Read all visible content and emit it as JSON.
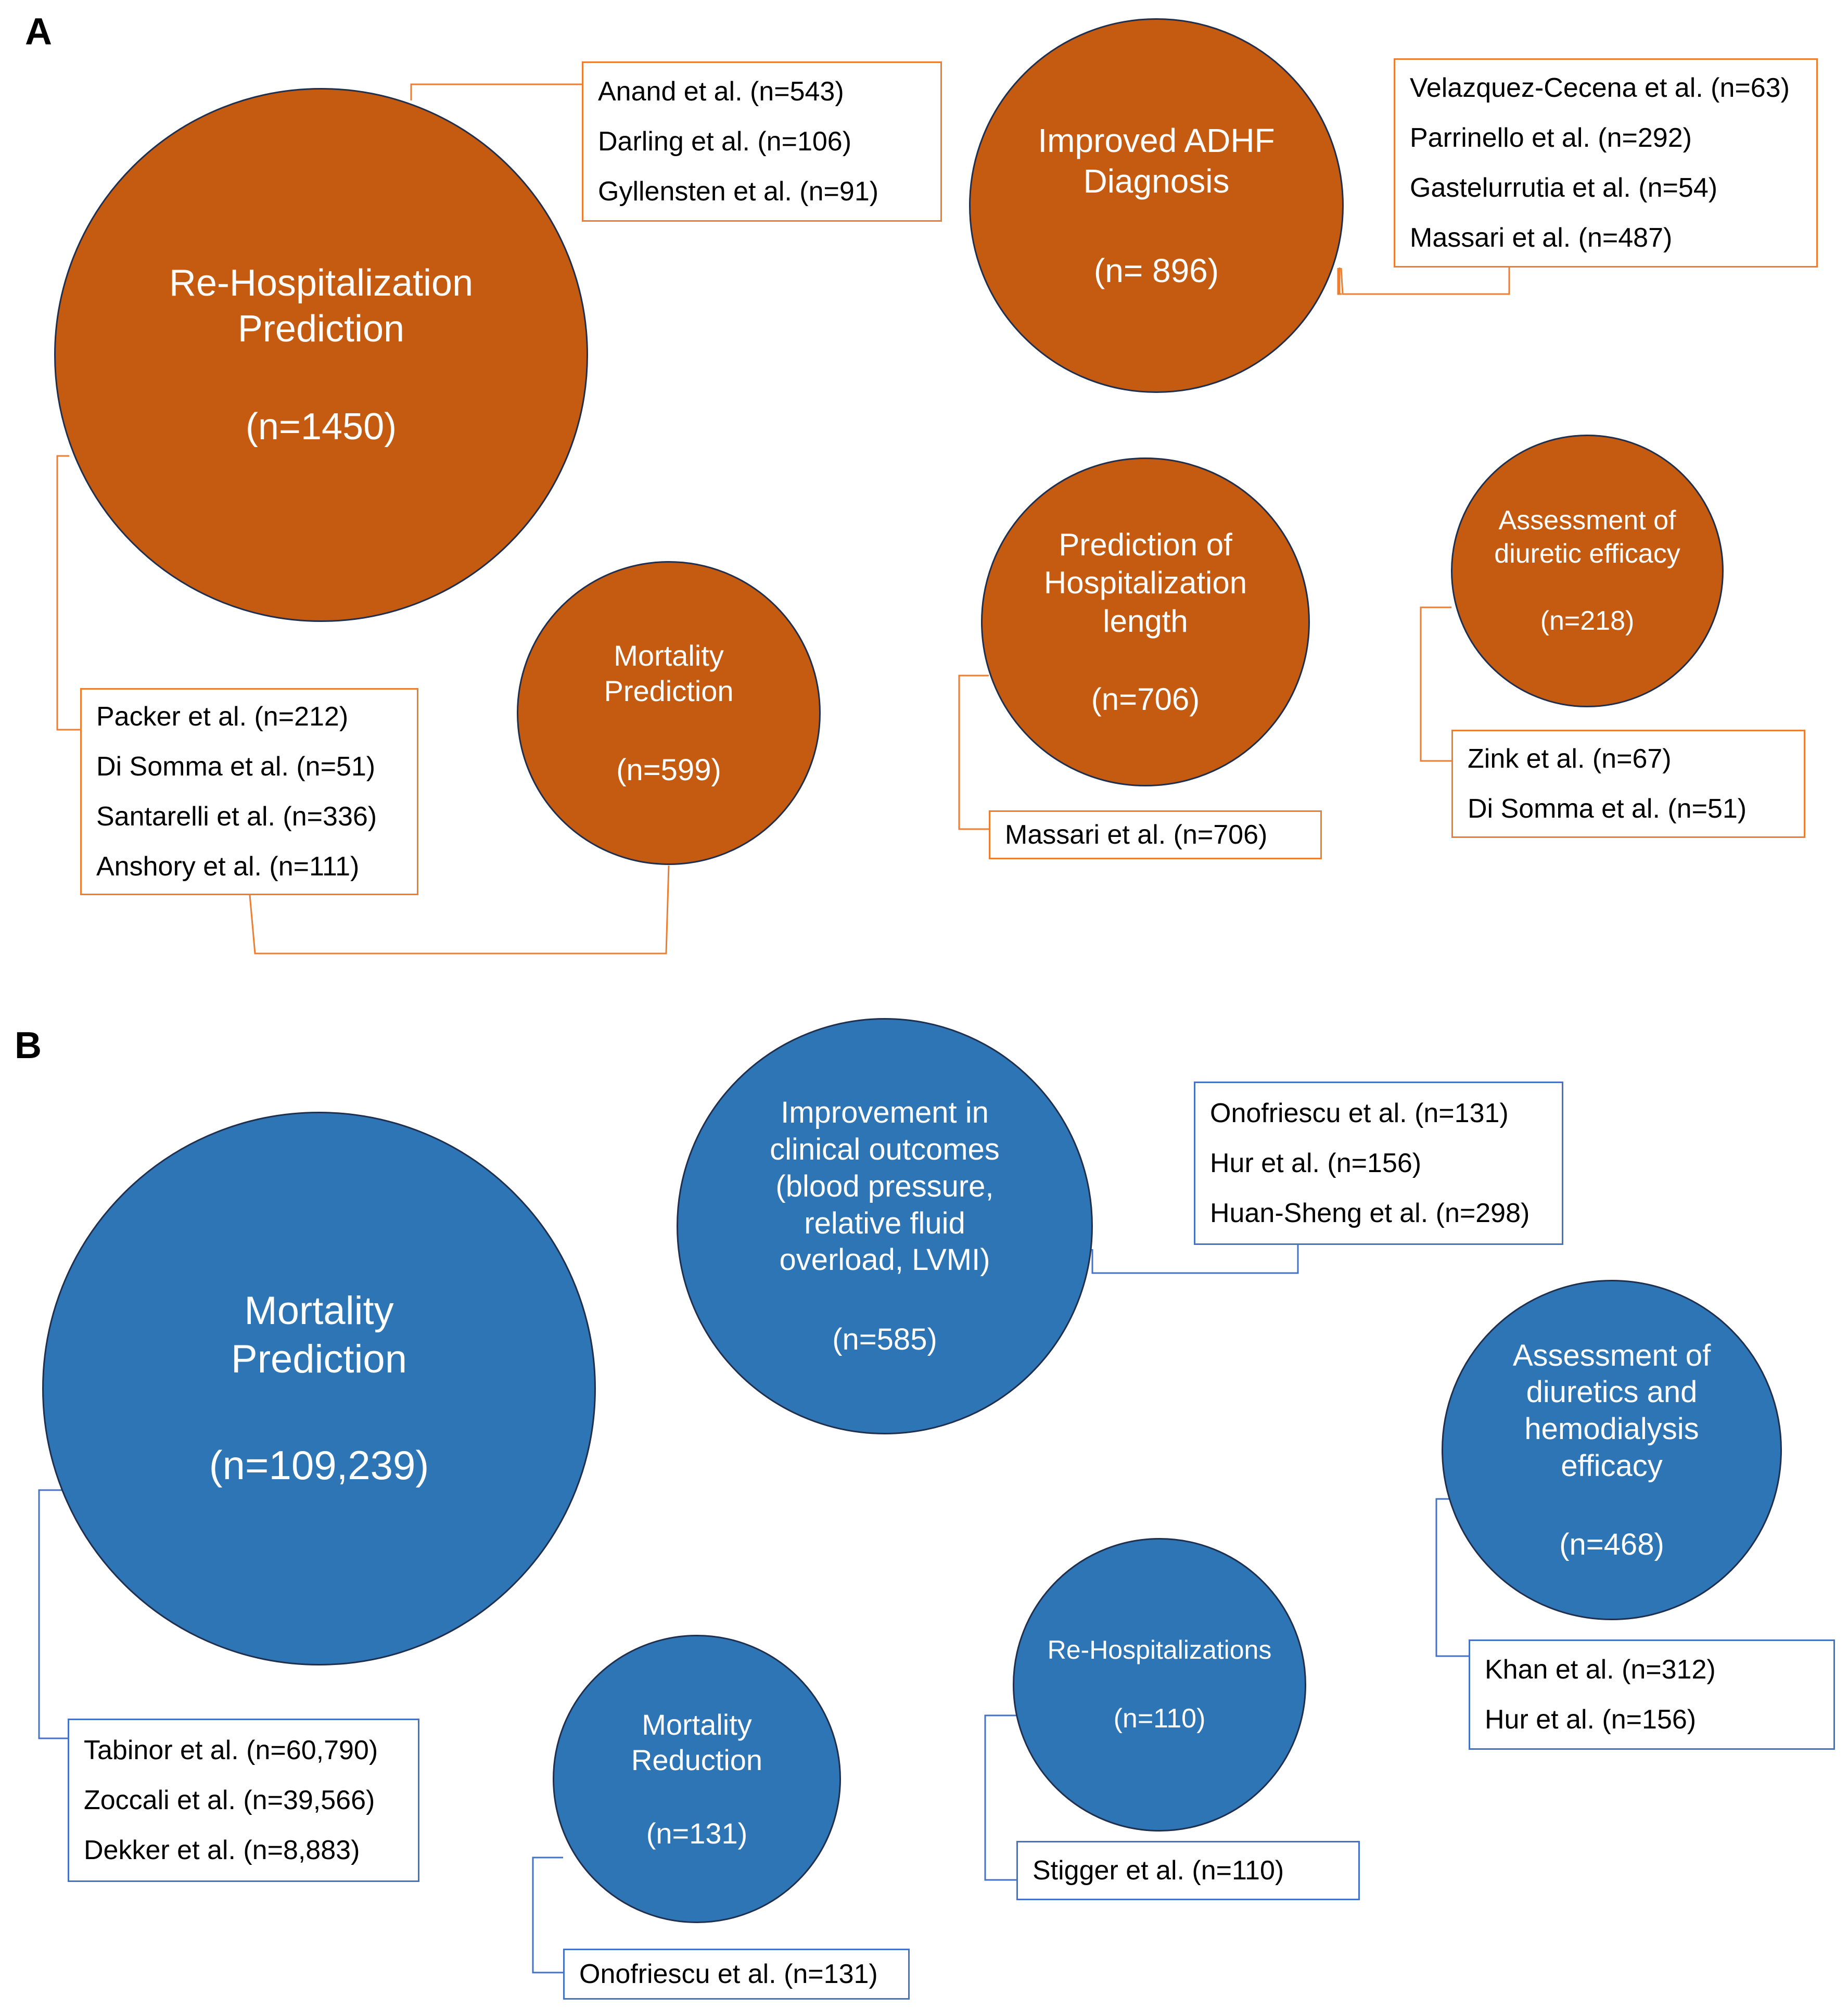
{
  "panel_a": {
    "label": "A",
    "colors": {
      "fill": "#c55a11",
      "box_border": "#ed7d31",
      "connector": "#ed7d31"
    },
    "groups": [
      {
        "id": "a-rehosp",
        "title": "Re-Hospitalization\nPrediction",
        "count": "(n=1450)",
        "studies": [
          "Anand et al. (n=543)",
          "Darling et al. (n=106)",
          "Gyllensten et al. (n=91)",
          "Packer et al. (n=212)",
          "Di Somma et al. (n=51)",
          "Santarelli et al. (n=336)",
          "Anshory et al. (n=111)"
        ]
      },
      {
        "id": "a-adhf",
        "title": "Improved ADHF\nDiagnosis",
        "count": "(n= 896)",
        "studies": [
          "Velazquez-Cecena et al. (n=63)",
          "Parrinello et al. (n=292)",
          "Gastelurrutia et al. (n=54)",
          "Massari et al. (n=487)"
        ]
      },
      {
        "id": "a-mortality",
        "title": "Mortality\nPrediction",
        "count": "(n=599)"
      },
      {
        "id": "a-hosp-length",
        "title": "Prediction of\nHospitalization\nlength",
        "count": "(n=706)",
        "studies": [
          "Massari et al. (n=706)"
        ]
      },
      {
        "id": "a-diuretic",
        "title": "Assessment of\ndiuretic efficacy",
        "count": "(n=218)",
        "studies": [
          "Zink et al. (n=67)",
          "Di Somma et al. (n=51)"
        ]
      }
    ]
  },
  "panel_b": {
    "label": "B",
    "colors": {
      "fill": "#2e75b6",
      "box_border": "#4472c4",
      "connector": "#4472c4"
    },
    "groups": [
      {
        "id": "b-mortality",
        "title": "Mortality\nPrediction",
        "count": "(n=109,239)",
        "studies": [
          "Tabinor et al. (n=60,790)",
          "Zoccali et al. (n=39,566)",
          "Dekker et al. (n=8,883)"
        ]
      },
      {
        "id": "b-clinical",
        "title": "Improvement in\nclinical outcomes\n(blood pressure,\nrelative fluid\noverload, LVMI)",
        "count": "(n=585)",
        "studies": [
          "Onofriescu et al. (n=131)",
          "Hur et al. (n=156)",
          "Huan-Sheng et al. (n=298)"
        ]
      },
      {
        "id": "b-diuretics-hd",
        "title": "Assessment of\ndiuretics and\nhemodialysis\nefficacy",
        "count": "(n=468)",
        "studies": [
          "Khan et al. (n=312)",
          "Hur et al. (n=156)"
        ]
      },
      {
        "id": "b-rehosp",
        "title": "Re-Hospitalizations",
        "count": "(n=110)",
        "studies": [
          "Stigger et al. (n=110)"
        ]
      },
      {
        "id": "b-mort-reduction",
        "title": "Mortality\nReduction",
        "count": "(n=131)",
        "studies": [
          "Onofriescu et al. (n=131)"
        ]
      }
    ]
  }
}
